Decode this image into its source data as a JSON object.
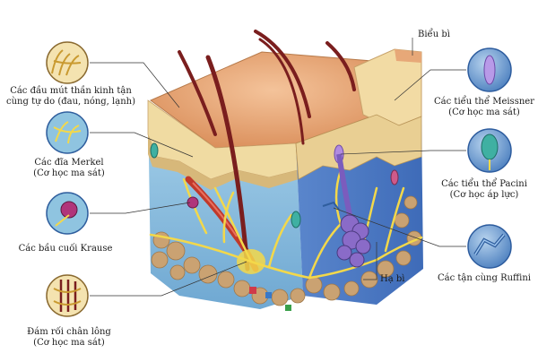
{
  "labels": {
    "free_nerve_endings": {
      "line1": "Các đầu mút thần kinh tận",
      "line2": "cùng tự do (đau, nóng, lạnh)"
    },
    "merkel": {
      "line1": "Các đĩa Merkel",
      "line2": "(Cơ học ma sát)"
    },
    "krause": {
      "line1": "Các bầu cuối Krause"
    },
    "hair_plexus": {
      "line1": "Đám rối chân lông",
      "line2": "(Cơ học ma sát)"
    },
    "epidermis": {
      "line1": "Biểu bì"
    },
    "meissner": {
      "line1": "Các tiểu thể Meissner",
      "line2": "(Cơ học ma sát)"
    },
    "pacini": {
      "line1": "Các tiểu thể Pacini",
      "line2": "(Cơ học áp lực)"
    },
    "ruffini": {
      "line1": "Các tận cùng Ruffini"
    },
    "hypodermis": {
      "line1": "Hạ bì"
    }
  },
  "colors": {
    "epidermis_top": "#e8a172",
    "epidermis_layer": "#f0d8a0",
    "dermis": "#8fc4e0",
    "dermis_dark": "#4f7fc8",
    "fat": "#c9a070",
    "nerve": "#f3d84a",
    "hair": "#7a1e1e",
    "callout_fill": "#7aaad6"
  }
}
